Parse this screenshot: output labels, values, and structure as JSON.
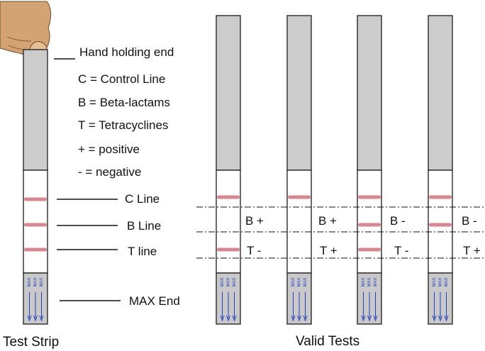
{
  "legend": {
    "hand_end": "Hand holding end",
    "c_def": "C = Control Line",
    "b_def": "B = Beta-lactams",
    "t_def": "T = Tetracyclines",
    "pos_def": "+  = positive",
    "neg_def": "- = negative"
  },
  "strip_labels": {
    "c_line": "C Line",
    "b_line": "B Line",
    "t_line": "T line",
    "max_end": "MAX End",
    "max_text": "MAX"
  },
  "captions": {
    "test_strip": "Test Strip",
    "valid_tests": "Valid Tests"
  },
  "valid_tests": [
    {
      "b_result": "B +",
      "t_result": "T -",
      "lines": {
        "c": true,
        "b": false,
        "t": true
      }
    },
    {
      "b_result": "B +",
      "t_result": "T +",
      "lines": {
        "c": true,
        "b": false,
        "t": false
      }
    },
    {
      "b_result": "B -",
      "t_result": "T -",
      "lines": {
        "c": true,
        "b": true,
        "t": true
      }
    },
    {
      "b_result": "B -",
      "t_result": "T +",
      "lines": {
        "c": true,
        "b": true,
        "t": false
      }
    }
  ],
  "colors": {
    "strip_top": "#cccccc",
    "strip_border": "#2a2a2a",
    "band": "#d9868f",
    "max_pad": "#c9c9c9",
    "arrow": "#1f3fbf",
    "skin": "#d4a373"
  }
}
